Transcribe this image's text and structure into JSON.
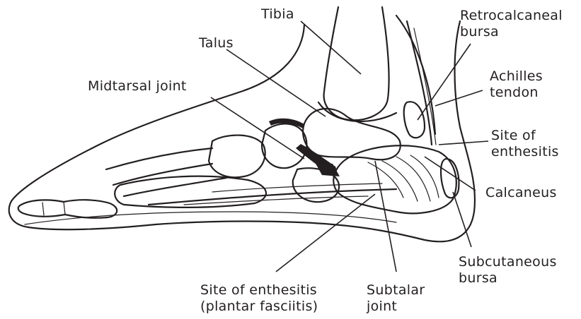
{
  "labels": {
    "tibia": "Tibia",
    "talus": "Talus",
    "midtarsal_joint": "Midtarsal joint",
    "retrocalcaneal_bursa": [
      "Retrocalcaneal",
      "bursa"
    ],
    "achilles_tendon": [
      "Achilles",
      "tendon"
    ],
    "site_of_enthesitis_heel": [
      "Site of",
      "enthesitis"
    ],
    "calcaneus": "Calcaneus",
    "subcutaneous_bursa": [
      "Subcutaneous",
      "bursa"
    ],
    "site_of_enthesitis_plantar": [
      "Site of enthesitis",
      "(plantar fasciitis)"
    ],
    "subtalar_joint": [
      "Subtalar",
      "joint"
    ]
  },
  "colors": {
    "ink": "#231f20",
    "background": "#ffffff"
  }
}
